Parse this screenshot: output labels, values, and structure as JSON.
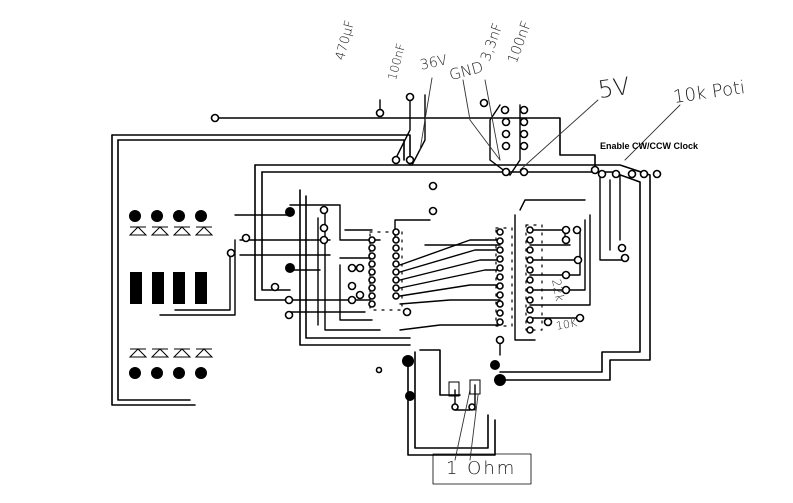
{
  "labels": {
    "cap_470": "470µF",
    "cap_100nF_a": "100nF",
    "v36": "36V",
    "gnd": "GND",
    "cap_33nF": "3,3nF",
    "cap_100nF_b": "100nF",
    "v5": "5V",
    "poti": "10k Poti",
    "connector": "Enable CW/CCW Clock",
    "r22k": "22k",
    "r10k": "10K",
    "r1ohm": "1 Ohm"
  }
}
